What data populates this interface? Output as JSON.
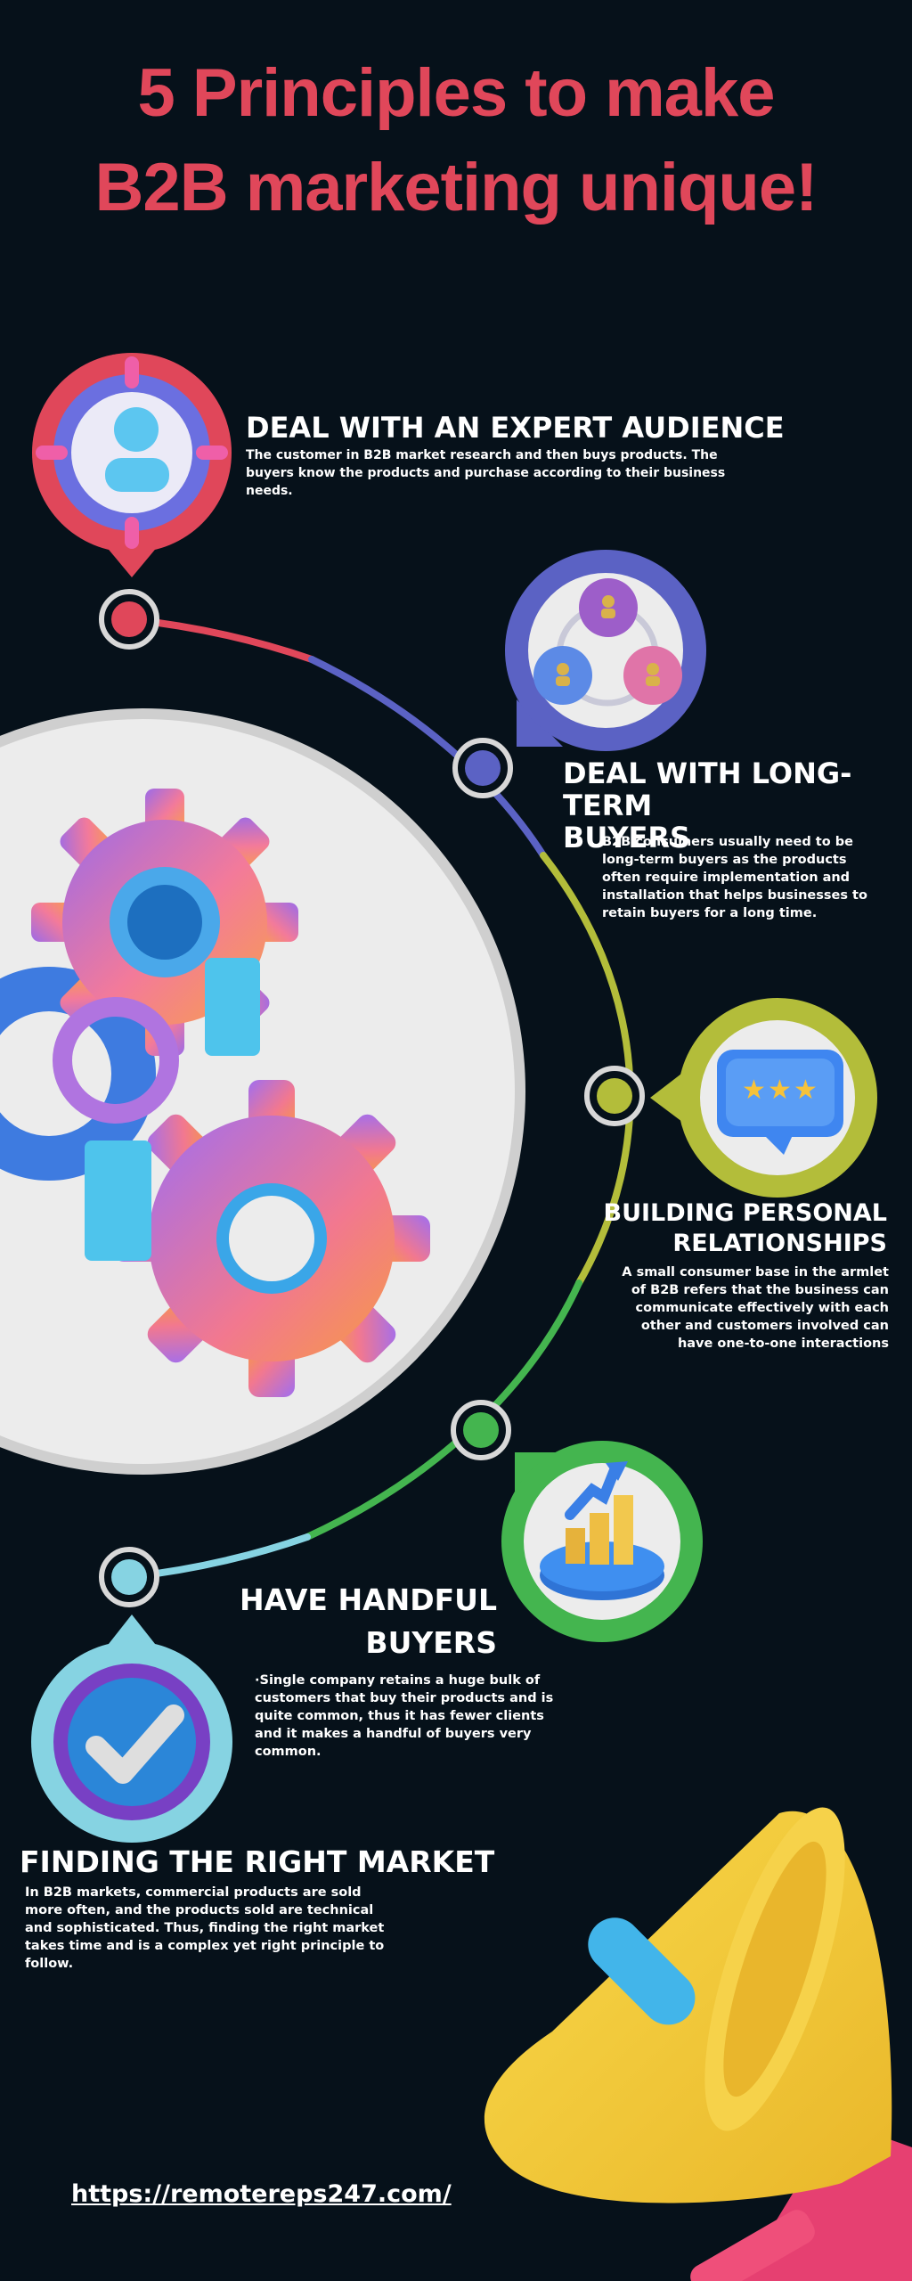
{
  "title_line1": "5 Principles to make",
  "title_line2": "B2B marketing unique!",
  "principles": [
    {
      "heading": "DEAL WITH AN EXPERT AUDIENCE",
      "text": "The customer in B2B market research and then buys products. The buyers know the products and purchase according to their business needs.",
      "color": "#e0475a",
      "icon": "user-target-icon"
    },
    {
      "heading_line1": "DEAL WITH LONG-TERM",
      "heading_line2": "BUYERS",
      "text": "B2B consumers usually need to be long-term buyers as the products often require implementation and installation that helps businesses to retain buyers for a long time.",
      "color": "#5b62c4",
      "icon": "people-network-icon"
    },
    {
      "heading_line1": "BUILDING PERSONAL",
      "heading_line2": "RELATIONSHIPS",
      "text": "A small consumer base in the armlet of B2B refers that the business can communicate effectively with each other and customers involved can have one-to-one interactions",
      "color": "#b3bd3a",
      "icon": "star-rating-icon"
    },
    {
      "heading_line1": "HAVE HANDFUL",
      "heading_line2": "BUYERS",
      "text": "·Single company retains a huge bulk of customers that buy their products and is quite common, thus it has fewer clients and it makes a handful of buyers very common.",
      "color": "#44b54f",
      "icon": "growth-chart-icon"
    },
    {
      "heading": "FINDING THE RIGHT MARKET",
      "text": "In B2B markets, commercial products are sold more often, and the products sold are technical and sophisticated. Thus, finding the right market takes time and is a complex yet right principle to follow.",
      "color": "#86d3e2",
      "icon": "checkmark-icon"
    }
  ],
  "url": "https://remotereps247.com/"
}
